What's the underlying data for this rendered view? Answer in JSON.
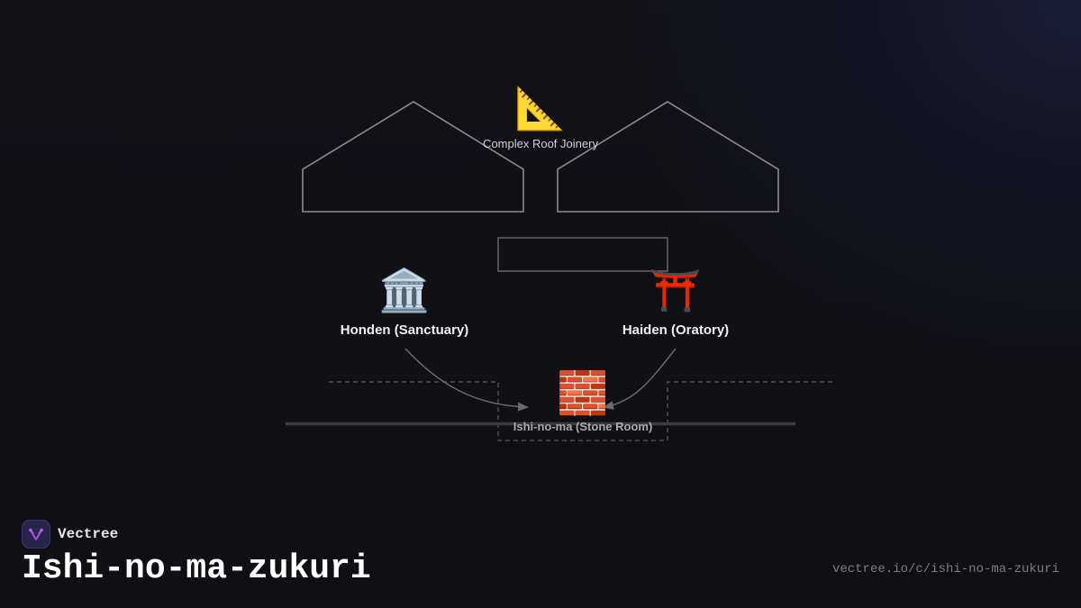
{
  "diagram": {
    "title": "Ishi-no-ma-zukuri",
    "nodes": {
      "roof_joinery": {
        "label": "Complex Roof Joinery",
        "icon": "triangular-ruler-icon",
        "glyph": "📐"
      },
      "honden": {
        "label": "Honden (Sanctuary)",
        "icon": "classical-building-icon",
        "glyph": "🏛️"
      },
      "haiden": {
        "label": "Haiden (Oratory)",
        "icon": "torii-gate-icon",
        "glyph": "⛩️"
      },
      "ishinoma": {
        "label": "Ishi-no-ma (Stone Room)",
        "icon": "brick-icon",
        "glyph": "🧱"
      }
    },
    "edges": [
      {
        "from": "Honden (Sanctuary)",
        "to": "Ishi-no-ma (Stone Room)"
      },
      {
        "from": "Haiden (Oratory)",
        "to": "Ishi-no-ma (Stone Room)"
      }
    ],
    "colors": {
      "background": "#101015",
      "outline": "#8a8a90",
      "dashed": "#4a4a50",
      "ground": "#3a3a3e",
      "arrow": "#6a6a70"
    }
  },
  "footer": {
    "brand_name": "Vectree",
    "brand_icon": "vectree-logo-icon",
    "page_title": "Ishi-no-ma-zukuri",
    "url": "vectree.io/c/ishi-no-ma-zukuri"
  }
}
